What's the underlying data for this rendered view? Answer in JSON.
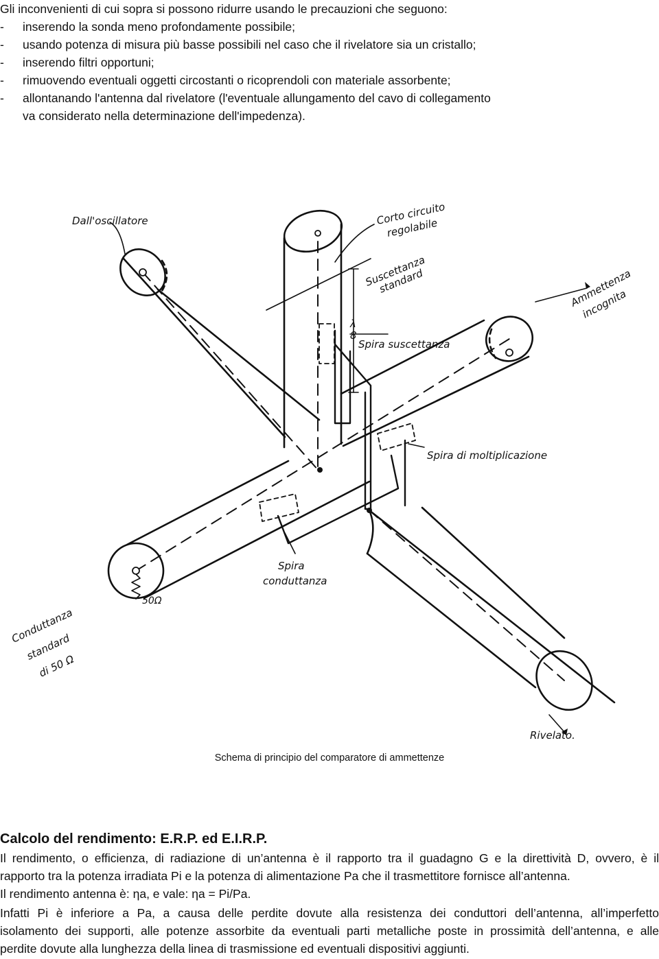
{
  "intro": {
    "heading": "Gli inconvenienti di cui sopra si possono ridurre usando le precauzioni che seguono:",
    "items": [
      "inserendo la sonda meno profondamente possibile;",
      "usando potenza di misura più basse possibili nel caso che il rivelatore sia un cristallo;",
      "inserendo filtri opportuni;",
      "rimuovendo eventuali oggetti circostanti o ricoprendoli con materiale assorbente;",
      "allontanando l'antenna dal rivelatore (l'eventuale allungamento del cavo di collegamento"
    ],
    "continuation": "va considerato nella determinazione dell'impedenza).",
    "dash": "-"
  },
  "figure": {
    "labels": {
      "oscillatore": "Dall'oscillatore",
      "corto_1": "Corto circuito",
      "corto_2": "regolabile",
      "suscettanza_1": "Suscettanza",
      "suscettanza_2": "standard",
      "ammettenza_1": "Ammettenza",
      "ammettenza_2": "incognita",
      "lambda_num": "λ",
      "lambda_den": "8",
      "spira_suscettanza": "Spira suscettanza",
      "spira_moltiplicazione": "Spira di moltiplicazione",
      "spira_conduttanza_1": "Spira",
      "spira_conduttanza_2": "conduttanza",
      "resistor": "50Ω",
      "conduttanza_1": "Conduttanza",
      "conduttanza_2": "standard",
      "conduttanza_3": "di 50 Ω",
      "rivelatore": "Rivelato."
    },
    "caption": "Schema di principio del comparatore di ammettenze"
  },
  "section": {
    "title": "Calcolo del rendimento: E.R.P. ed E.I.R.P.",
    "p1_line1": "Il rendimento, o efficienza, di radiazione di un’antenna è il rapporto tra il guadagno G e la direttività D, ovvero, è il",
    "p1_line2": "rapporto tra la potenza irradiata Pi e la potenza di alimentazione Pa che il trasmettitore fornisce all’antenna.",
    "p2": "Il rendimento antenna è: ηa, e vale: ηa = Pi/Pa.",
    "p3_line1": "Infatti Pi è inferiore a Pa, a causa delle perdite dovute alla resistenza dei conduttori dell’antenna, all’imperfetto",
    "p3_line2": "isolamento dei supporti, alle potenze assorbite da eventuali parti metalliche poste in prossimità dell’antenna, e alle",
    "p3_line3": "perdite dovute alla lunghezza della linea di trasmissione ed eventuali dispositivi aggiunti."
  }
}
